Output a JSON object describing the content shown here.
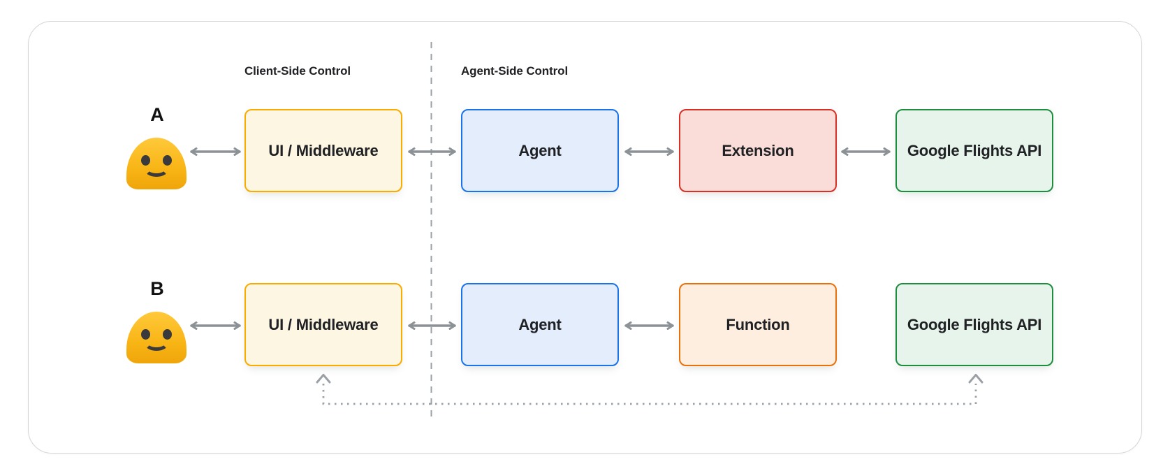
{
  "theme": {
    "page-bg": "#ffffff",
    "card-bg": "#ffffff",
    "card-border": "#d5d5d5",
    "text": "#202124",
    "arrow": "#8C9196",
    "guide": "#9AA0A6",
    "yellow-border": "#F9AB00",
    "yellow-fill": "#FDF6E3",
    "blue-border": "#1A73E8",
    "blue-fill": "#E4EDFC",
    "red-border": "#D93025",
    "red-fill": "#FADDD9",
    "orange-border": "#E8710A",
    "orange-fill": "#FDEEDF",
    "green-border": "#1E8E3E",
    "green-fill": "#E7F4EB",
    "emoji-body": "#F8B414",
    "emoji-face": "#3A3A3C"
  },
  "icons": {
    "user": "smiley-blob-emoji",
    "connector": "double-headed-arrow",
    "return_path": "dotted-line-with-up-arrowheads",
    "divider": "vertical-dashed-line"
  },
  "diagram": {
    "sections": {
      "client": {
        "label": "Client-Side Control"
      },
      "agent": {
        "label": "Agent-Side Control"
      }
    },
    "rows": {
      "a": {
        "user_label": "A",
        "nodes": {
          "ui": {
            "label": "UI / Middleware",
            "color": "yellow"
          },
          "agent": {
            "label": "Agent",
            "color": "blue"
          },
          "tool": {
            "label": "Extension",
            "color": "red"
          },
          "api": {
            "label": "Google Flights API",
            "color": "green"
          }
        },
        "connections": [
          "User <-> UI / Middleware",
          "UI / Middleware <-> Agent",
          "Agent <-> Extension",
          "Extension <-> Google Flights API"
        ]
      },
      "b": {
        "user_label": "B",
        "nodes": {
          "ui": {
            "label": "UI / Middleware",
            "color": "yellow"
          },
          "agent": {
            "label": "Agent",
            "color": "blue"
          },
          "tool": {
            "label": "Function",
            "color": "orange"
          },
          "api": {
            "label": "Google Flights API",
            "color": "green"
          }
        },
        "connections": [
          "User <-> UI / Middleware",
          "UI / Middleware <-> Agent",
          "Agent <-> Function",
          "UI / Middleware <--dotted--> Google Flights API"
        ]
      }
    }
  }
}
